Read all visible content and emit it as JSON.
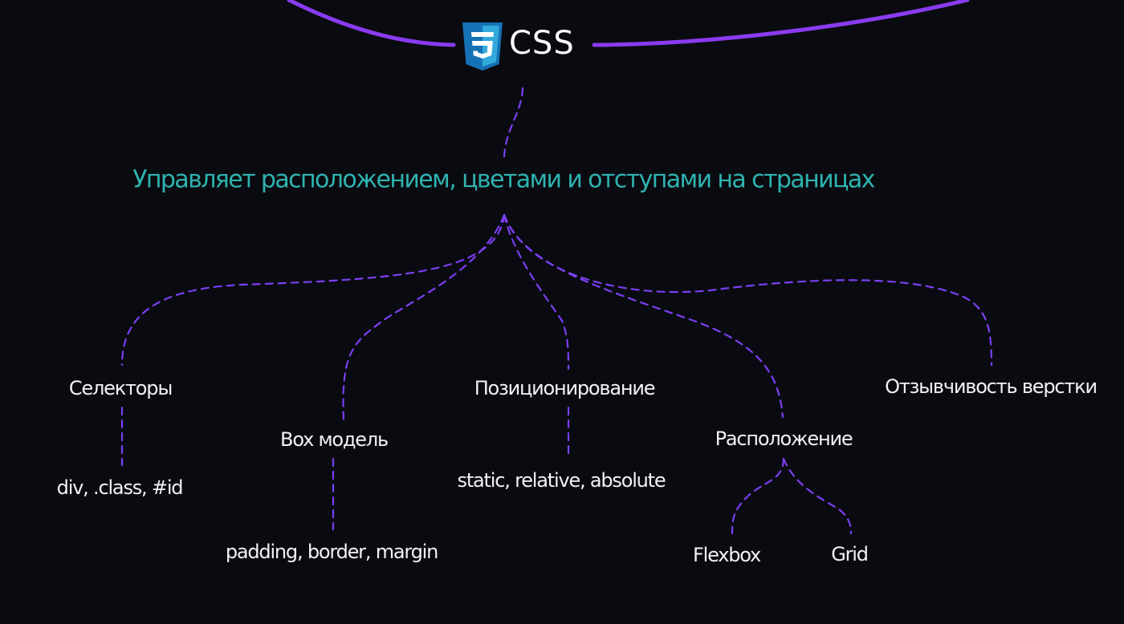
{
  "colors": {
    "background": "#0a0b10",
    "line": "#7b3ff2",
    "top_line": "#8a3bf0",
    "subtitle": "#2fb3b0",
    "text": "#f2f2f5",
    "logo_blue": "#1572b6",
    "logo_light": "#33a9dc"
  },
  "header": {
    "logo_icon": "css3-logo-icon",
    "title": "CSS"
  },
  "subtitle": "Управляет расположением, цветами и отступами на страницах",
  "nodes": {
    "selectors": "Селекторы",
    "selectors_example": "div, .class, #id",
    "box_model": "Box модель",
    "box_model_example": "padding, border, margin",
    "positioning": "Позиционирование",
    "positioning_example": "static, relative, absolute",
    "layout": "Расположение",
    "layout_flexbox": "Flexbox",
    "layout_grid": "Grid",
    "responsive": "Отзывчивость верстки"
  }
}
